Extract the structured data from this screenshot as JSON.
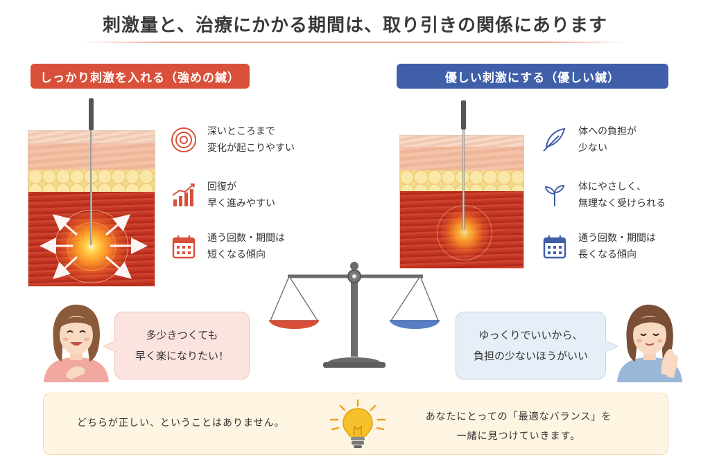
{
  "title": "刺激量と、治療にかかる期間は、取り引きの関係にあります",
  "left": {
    "heading": "しっかり刺激を入れる（強めの鍼）",
    "features": [
      {
        "icon": "concentric-circles-icon",
        "lines": [
          "深いところまで",
          "変化が起こりやすい"
        ]
      },
      {
        "icon": "rising-chart-icon",
        "lines": [
          "回復が",
          "早く進みやすい"
        ]
      },
      {
        "icon": "calendar-icon",
        "lines": [
          "通う回数・期間は",
          "短くなる傾向"
        ]
      }
    ],
    "speech": [
      "多少きつくても",
      "早く楽になりたい！"
    ]
  },
  "right": {
    "heading": "優しい刺激にする（優しい鍼）",
    "features": [
      {
        "icon": "feather-icon",
        "lines": [
          "体への負担が",
          "少ない"
        ]
      },
      {
        "icon": "sprout-icon",
        "lines": [
          "体にやさしく、",
          "無理なく受けられる"
        ]
      },
      {
        "icon": "calendar-icon",
        "lines": [
          "通う回数・期間は",
          "長くなる傾向"
        ]
      }
    ],
    "speech": [
      "ゆっくりでいいから、",
      "負担の少ないほうがいい"
    ]
  },
  "footer": {
    "left_text": "どちらが正しい、ということはありません。",
    "right_lines": [
      "あなたにとっての「最適なバランス」を",
      "一緒に見つけていきます。"
    ]
  },
  "colors": {
    "left_accent": "#d9503a",
    "right_accent": "#3f5fa8",
    "footer_bg": "#fdf4e1"
  }
}
